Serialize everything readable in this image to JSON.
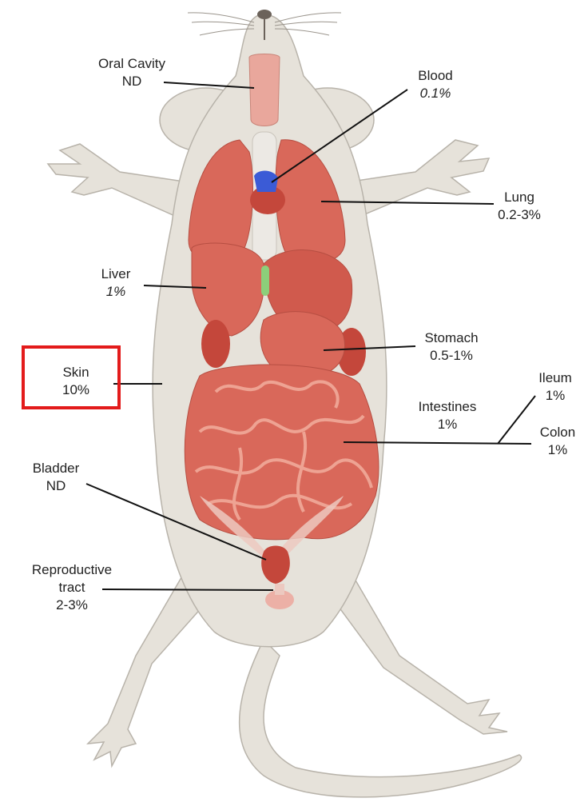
{
  "labels": {
    "oral_cavity": {
      "name": "Oral Cavity",
      "value": "ND"
    },
    "blood": {
      "name": "Blood",
      "value": "0.1%"
    },
    "lung": {
      "name": "Lung",
      "value": "0.2-3%"
    },
    "liver": {
      "name": "Liver",
      "value": "1%"
    },
    "stomach": {
      "name": "Stomach",
      "value": "0.5-1%"
    },
    "skin": {
      "name": "Skin",
      "value": "10%"
    },
    "ileum": {
      "name": "Ileum",
      "value": "1%"
    },
    "intestines": {
      "name": "Intestines",
      "value": "1%"
    },
    "colon": {
      "name": "Colon",
      "value": "1%"
    },
    "bladder": {
      "name": "Bladder",
      "value": "ND"
    },
    "reproductive": {
      "name_line1": "Reproductive",
      "name_line2": "tract",
      "value": "2-3%"
    }
  },
  "colors": {
    "body": "#e6e2da",
    "organ": "#d9685a",
    "organ_light": "#e9a79c",
    "heart_blue": "#3b5bd6",
    "highlight": "#e31b1b"
  }
}
